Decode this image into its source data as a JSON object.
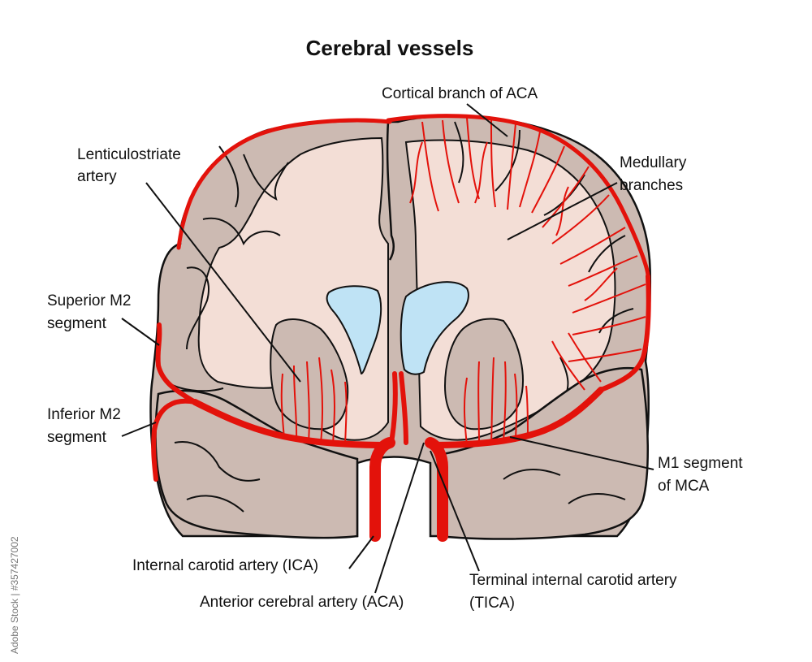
{
  "title": "Cerebral vessels",
  "labels": {
    "cortical_aca": "Cortical branch of ACA",
    "lenticulostriate_1": "Lenticulostriate",
    "lenticulostriate_2": "artery",
    "medullary_1": "Medullary",
    "medullary_2": "branches",
    "sup_m2_1": "Superior M2",
    "sup_m2_2": "segment",
    "inf_m2_1": "Inferior M2",
    "inf_m2_2": "segment",
    "m1_1": "M1 segment",
    "m1_2": "of MCA",
    "ica": "Internal carotid artery (ICA)",
    "aca": "Anterior cerebral artery (ACA)",
    "tica_1": "Terminal internal carotid artery",
    "tica_2": "(TICA)"
  },
  "watermark": "Adobe Stock | #357427002",
  "colors": {
    "artery": "#e3120b",
    "tissue": "#ccbab2",
    "white_matter": "#f3ded6",
    "ventricle": "#bfe3f5",
    "outline": "#111111"
  }
}
